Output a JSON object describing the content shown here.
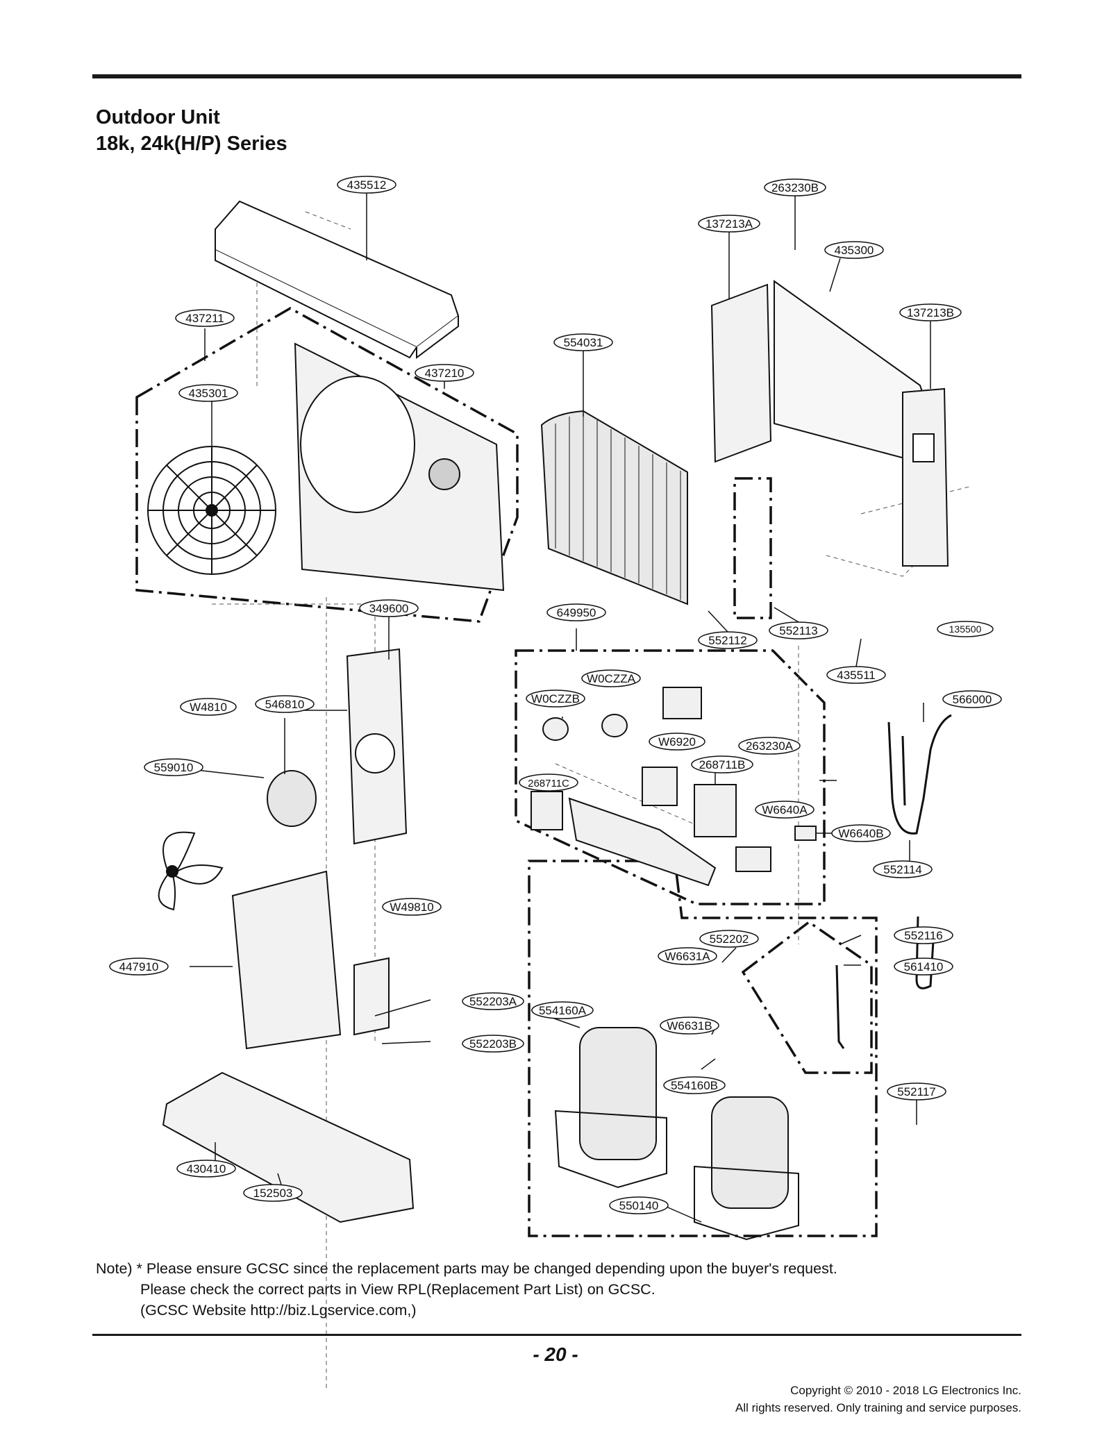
{
  "title_line1": "Outdoor Unit",
  "title_line2": "18k, 24k(H/P) Series",
  "part_labels": [
    {
      "id": "435512"
    },
    {
      "id": "263230B"
    },
    {
      "id": "137213A"
    },
    {
      "id": "435300"
    },
    {
      "id": "137213B"
    },
    {
      "id": "437211"
    },
    {
      "id": "554031"
    },
    {
      "id": "437210"
    },
    {
      "id": "435301"
    },
    {
      "id": "349600"
    },
    {
      "id": "649950"
    },
    {
      "id": "552112"
    },
    {
      "id": "552113"
    },
    {
      "id": "135500"
    },
    {
      "id": "435511"
    },
    {
      "id": "W0CZZA"
    },
    {
      "id": "W4810"
    },
    {
      "id": "546810"
    },
    {
      "id": "W0CZZB"
    },
    {
      "id": "566000"
    },
    {
      "id": "W6920"
    },
    {
      "id": "263230A"
    },
    {
      "id": "559010"
    },
    {
      "id": "268711B"
    },
    {
      "id": "268711C"
    },
    {
      "id": "W6640A"
    },
    {
      "id": "W6640B"
    },
    {
      "id": "552114"
    },
    {
      "id": "W49810"
    },
    {
      "id": "552202"
    },
    {
      "id": "552116"
    },
    {
      "id": "W6631A"
    },
    {
      "id": "447910"
    },
    {
      "id": "561410"
    },
    {
      "id": "552203A"
    },
    {
      "id": "554160A"
    },
    {
      "id": "W6631B"
    },
    {
      "id": "552203B"
    },
    {
      "id": "554160B"
    },
    {
      "id": "552117"
    },
    {
      "id": "430410"
    },
    {
      "id": "550140"
    },
    {
      "id": "152503"
    }
  ],
  "note": {
    "line1": "Note) * Please ensure GCSC since the replacement parts may be changed depending upon the buyer's request.",
    "line2": "Please check  the correct parts in View RPL(Replacement Part List) on GCSC.",
    "line3": "(GCSC Website  http://biz.Lgservice.com,)"
  },
  "page_number": "- 20 -",
  "copyright_line1": "Copyright © 2010 - 2018 LG Electronics Inc.",
  "copyright_line2": "All rights reserved. Only training and service purposes."
}
